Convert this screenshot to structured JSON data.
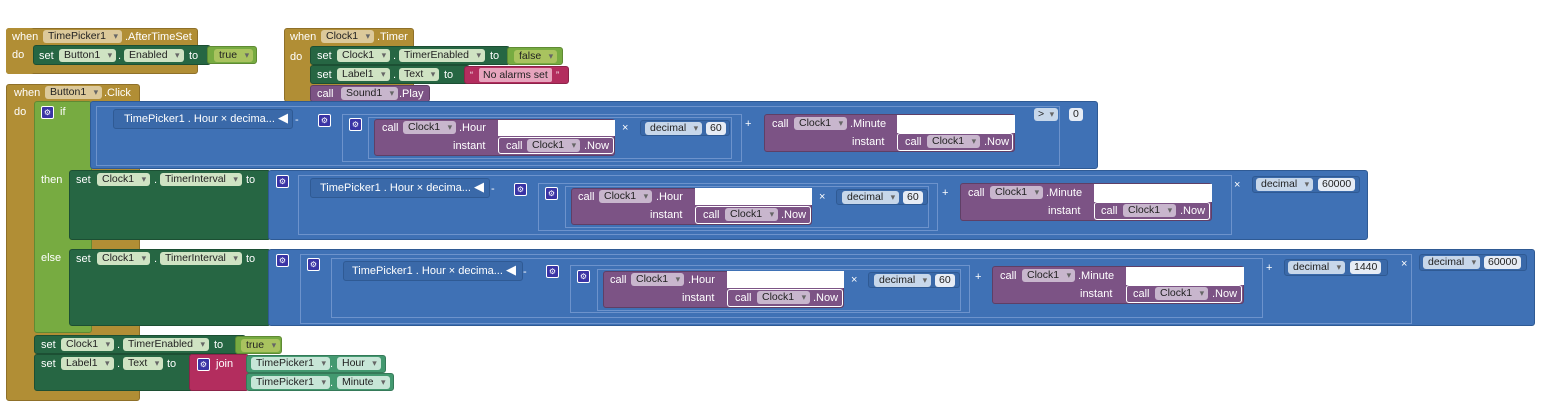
{
  "kw": {
    "when": "when",
    "do": "do",
    "set": "set",
    "to": "to",
    "call": "call",
    "instant": "instant",
    "if": "if",
    "then": "then",
    "else": "else",
    "join": "join",
    "dot": ".",
    "minus": "-",
    "plus": "+",
    "times": "×",
    "quote_open": "“",
    "quote_close": "”"
  },
  "blocks": {
    "timepicker_event": {
      "component": "TimePicker1",
      "event": ".AfterTimeSet",
      "body": {
        "component": "Button1",
        "property": "Enabled",
        "value": "true"
      }
    },
    "clock_timer_event": {
      "component": "Clock1",
      "event": ".Timer",
      "stmt1": {
        "component": "Clock1",
        "property": "TimerEnabled",
        "value": "false"
      },
      "stmt2": {
        "component": "Label1",
        "property": "Text",
        "value": "No alarms set"
      },
      "stmt3": {
        "component": "Sound1",
        "method": ".Play"
      }
    },
    "button_click_event": {
      "component": "Button1",
      "event": ".Click",
      "condition": {
        "tp_expr": "TimePicker1 . Hour × decima...",
        "hour_call": {
          "component": "Clock1",
          "method": ".Hour",
          "now_component": "Clock1",
          "now": ".Now"
        },
        "decimal_label": "decimal",
        "sixty": "60",
        "minute_call": {
          "component": "Clock1",
          "method": ".Minute",
          "now_component": "Clock1",
          "now": ".Now"
        },
        "compare_op": ">",
        "zero": "0"
      },
      "then_set": {
        "component": "Clock1",
        "property": "TimerInterval",
        "multiplier": "60000"
      },
      "else_set": {
        "component": "Clock1",
        "property": "TimerInterval",
        "day_minutes": "1440",
        "multiplier": "60000"
      },
      "after1": {
        "component": "Clock1",
        "property": "TimerEnabled",
        "value": "true"
      },
      "after2": {
        "component": "Label1",
        "property": "Text",
        "join_items": [
          {
            "component": "TimePicker1",
            "property": "Hour"
          },
          {
            "component": "TimePicker1",
            "property": "Minute"
          }
        ]
      }
    }
  },
  "colors": {
    "event": "#b18e35",
    "setter": "#266643",
    "math": "#3f71b5",
    "component": "#7c5385",
    "logic": "#77ab41",
    "text": "#b32d5e",
    "timepicker": "#439970"
  }
}
